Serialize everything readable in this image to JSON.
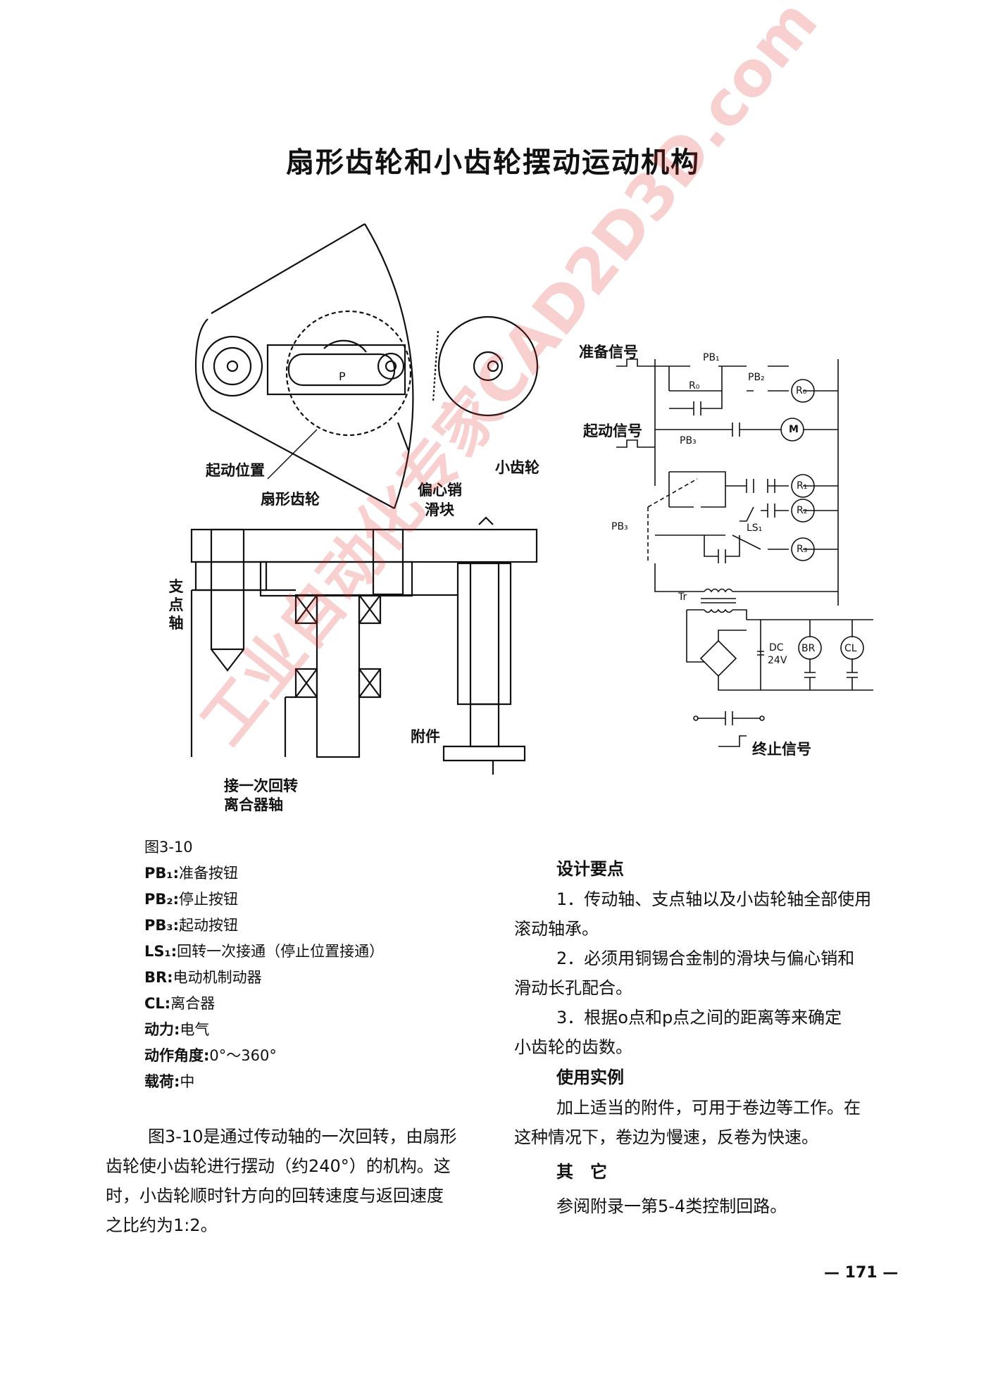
{
  "page": {
    "title": "扇形齿轮和小齿轮摆动运动机构",
    "page_number": "— 171 —"
  },
  "figure": {
    "labels": {
      "start_position": "起动位置",
      "sector_gear": "扇形齿轮",
      "eccentric_pin_slider_1": "偏心销",
      "eccentric_pin_slider_2": "滑块",
      "pinion": "小齿轮",
      "fulcrum_shaft": [
        "支",
        "点",
        "轴"
      ],
      "attachment": "附件",
      "clutch_shaft_1": "接一次回转",
      "clutch_shaft_2": "离合器轴",
      "p_point": "P"
    },
    "circuit": {
      "ready_signal": "准备信号",
      "start_signal": "起动信号",
      "stop_signal": "终止信号",
      "pb1": "PB₁",
      "pb2": "PB₂",
      "pb3": "PB₃",
      "pb3b": "PB₃",
      "ls1": "LS₁",
      "r0": "R₀",
      "r1": "R₁",
      "r2": "R₂",
      "r3": "R₃",
      "m": "M",
      "br": "BR",
      "cl": "CL",
      "tr": "Tr",
      "dc": "DC",
      "v24": "24V"
    }
  },
  "legend": {
    "figure_id": "图3-10",
    "items": [
      {
        "tag": "PB₁:",
        "text": "准备按钮"
      },
      {
        "tag": "PB₂:",
        "text": "停止按钮"
      },
      {
        "tag": "PB₃:",
        "text": "起动按钮"
      },
      {
        "tag": "LS₁:",
        "text": "回转一次接通（停止位置接通）"
      },
      {
        "tag": "BR:",
        "text": "电动机制动器"
      },
      {
        "tag": "CL:",
        "text": "离合器"
      },
      {
        "tag": "动力:",
        "text": "电气"
      },
      {
        "tag": "动作角度:",
        "text": "0°～360°"
      },
      {
        "tag": "载荷:",
        "text": "中"
      }
    ]
  },
  "description": {
    "line1": "图3-10是通过传动轴的一次回转，由扇形",
    "line2": "齿轮使小齿轮进行摆动（约240°）的机构。这",
    "line3": "时，小齿轮顺时针方向的回转速度与返回速度",
    "line4": "之比约为1:2。"
  },
  "design_points": {
    "heading": "设计要点",
    "p1a": "1．传动轴、支点轴以及小齿轮轴全部使用",
    "p1b": "滚动轴承。",
    "p2a": "2．必须用铜锡合金制的滑块与偏心销和",
    "p2b": "滑动长孔配合。",
    "p3a": "3．根据o点和p点之间的距离等来确定",
    "p3b": "小齿轮的齿数。"
  },
  "usage": {
    "heading": "使用实例",
    "l1": "加上适当的附件，可用于卷边等工作。在",
    "l2": "这种情况下，卷边为慢速，反卷为快速。"
  },
  "other": {
    "heading": "其　它",
    "l1": "参阅附录一第5-4类控制回路。"
  },
  "watermark": "工业自动化专家CAD2D3D.com"
}
